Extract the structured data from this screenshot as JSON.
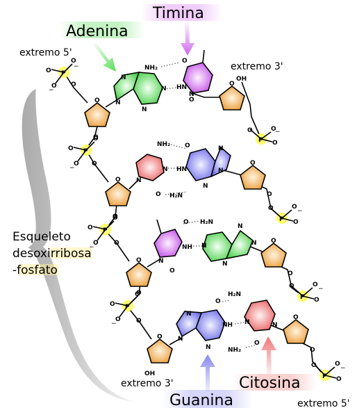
{
  "labels": {
    "adenina": "Adenina",
    "timina": "Timina",
    "guanina": "Guanina",
    "citosina": "Citosina",
    "extremo5_top": "extremo 5'",
    "extremo3_top": "extremo 3'",
    "extremo3_bottom": "extremo 3'",
    "extremo5_bottom": "extremo 5'",
    "esqueleto": [
      "Esqueleto",
      "desoxirribosa",
      "-fosfato"
    ]
  },
  "atoms": {
    "P": "P",
    "O": "O",
    "OH": "OH",
    "N": "N",
    "NH": "NH",
    "HN": "HN",
    "NH2": "NH₂",
    "H2N": "H₂N",
    "minus": "−"
  },
  "colors": {
    "adenina": "#55dd55",
    "timina": "#cc55ee",
    "guanina": "#7777ee",
    "citosina": "#ee6666",
    "sugar": "#f0a040",
    "phosphate": "#ffff33",
    "backbone": "#999999"
  }
}
